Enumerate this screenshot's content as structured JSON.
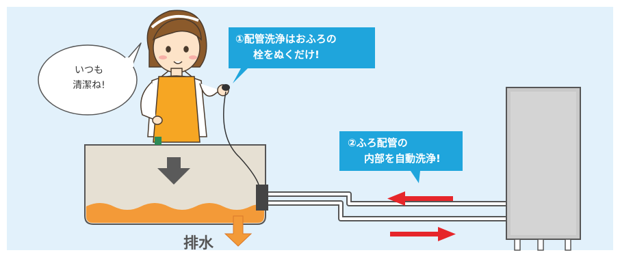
{
  "callouts": {
    "step1": {
      "line1": "①配管洗浄はおふろの",
      "line2": "栓をぬくだけ!"
    },
    "step2": {
      "line1": "②ふろ配管の",
      "line2": "内部を自動洗浄!"
    }
  },
  "thought_bubble": {
    "line1": "いつも",
    "line2": "清潔ね!"
  },
  "drain_label": "排水",
  "colors": {
    "background": "#e2f1fb",
    "callout": "#1fa5dc",
    "bath_water": "#f39a38",
    "bath_tub": "#e6e0d3",
    "flow_arrow": "#e6262a",
    "drain_arrow": "#f39a38",
    "down_arrow": "#5a5a5a",
    "heater": "#c9c9c9",
    "apron": "#f6a623"
  },
  "icons": {
    "down_arrow": "arrow-down-icon",
    "drain_arrow": "drain-arrow-icon",
    "flow_left": "arrow-left-icon",
    "flow_right": "arrow-right-icon"
  }
}
